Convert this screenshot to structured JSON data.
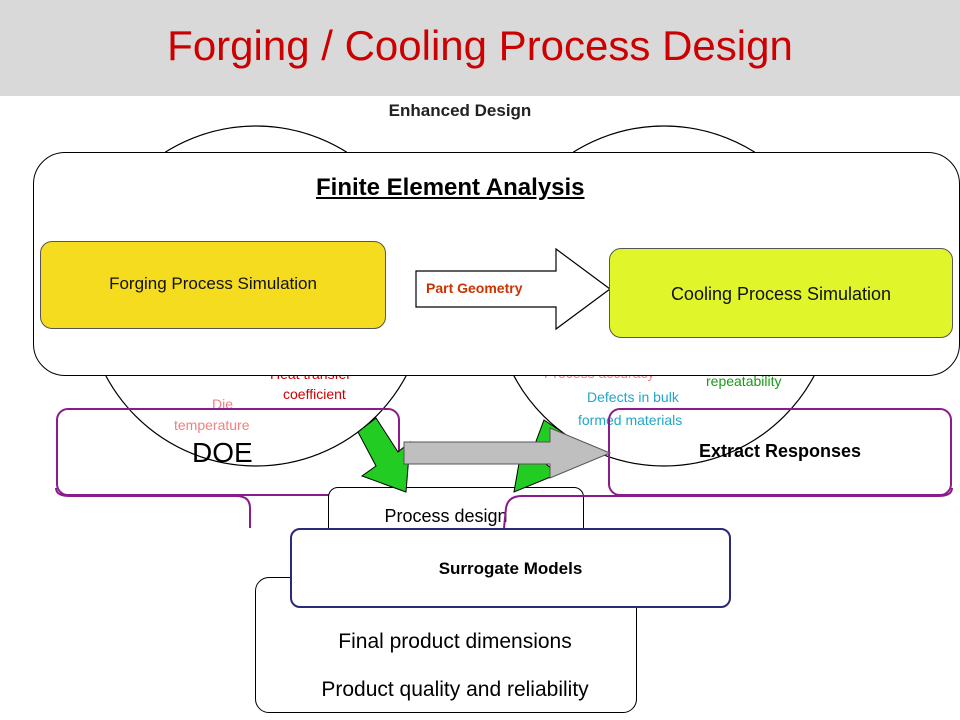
{
  "title": "Forging / Cooling Process Design",
  "enhanced_design": "Enhanced Design",
  "fea": {
    "title": "Finite Element Analysis",
    "forging": "Forging Process Simulation",
    "arrow_label": "Part Geometry",
    "cooling": "Cooling Process Simulation"
  },
  "partial_labels": {
    "heat_transfer_1": "Heat transfer",
    "heat_transfer_2": "coefficient",
    "die_temp_1": "Die",
    "die_temp_2": "temperature",
    "process_accuracy": "Process accuracy",
    "repeatability": "repeatability",
    "defects_1": "Defects in bulk",
    "defects_2": "formed materials"
  },
  "doe": "DOE",
  "extract": "Extract Responses",
  "process_design": "Process design",
  "surrogate": "Surrogate Models",
  "final_1": "Final product dimensions",
  "final_2": "Product quality and reliability",
  "colors": {
    "title": "#cc0000",
    "forging_fill": "#f5dc1e",
    "cooling_fill": "#e0f52a",
    "arrow_text": "#cc3300",
    "pink": "#f08080",
    "green_text": "#1a9a1a",
    "cyan_text": "#22a6c8",
    "purple": "#8b1a8b",
    "navy": "#2a2a7a",
    "green_arrow": "#22cc22"
  }
}
